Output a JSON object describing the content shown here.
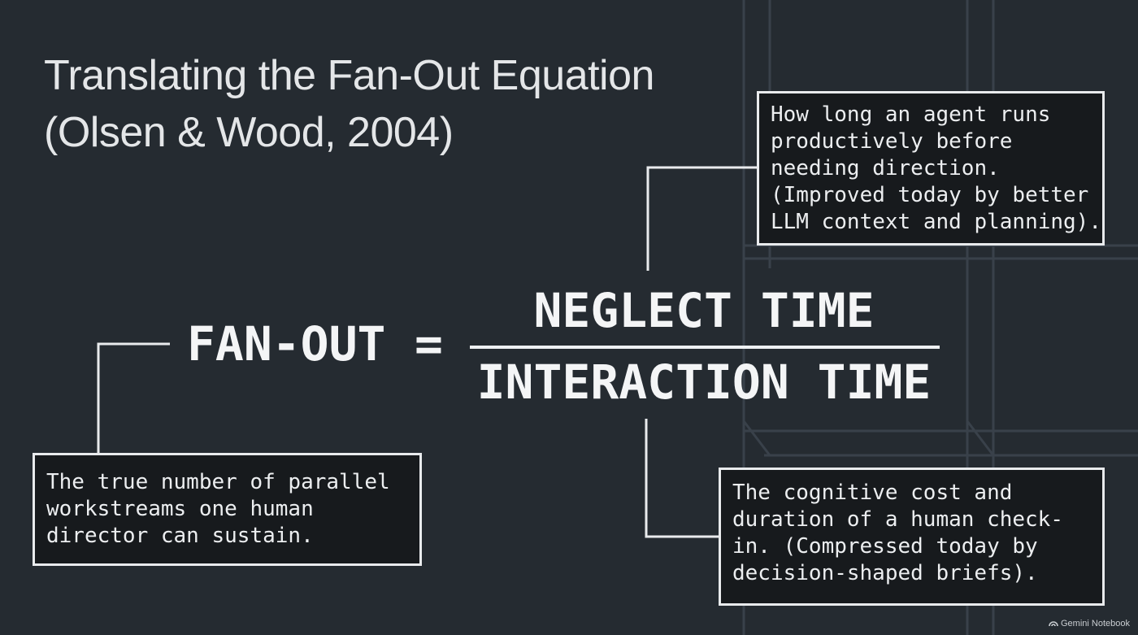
{
  "title": {
    "line1": "Translating the Fan-Out Equation",
    "line2": "(Olsen & Wood, 2004)"
  },
  "equation": {
    "lhs": "FAN-OUT",
    "equals": "=",
    "numerator": "NEGLECT TIME",
    "denominator": "INTERACTION TIME"
  },
  "notes": {
    "neglect": {
      "lines": [
        "How long an agent runs",
        "productively before",
        "needing direction.",
        "(Improved today by better",
        "LLM context and planning)."
      ]
    },
    "fanout": {
      "lines": [
        "The true number of parallel",
        "workstreams one human",
        "director can sustain."
      ]
    },
    "interaction": {
      "lines": [
        "The cognitive cost and",
        "duration of a human check-",
        "in. (Compressed today by",
        "decision-shaped briefs)."
      ]
    }
  },
  "watermark": {
    "label": "Gemini Notebook",
    "icon": "notebook-logo-icon"
  },
  "colors": {
    "background": "#252b31",
    "text": "#f4f5f6",
    "box_fill": "#171a1d",
    "box_border": "#e9ebed",
    "grid_lines": "#3a424b"
  }
}
